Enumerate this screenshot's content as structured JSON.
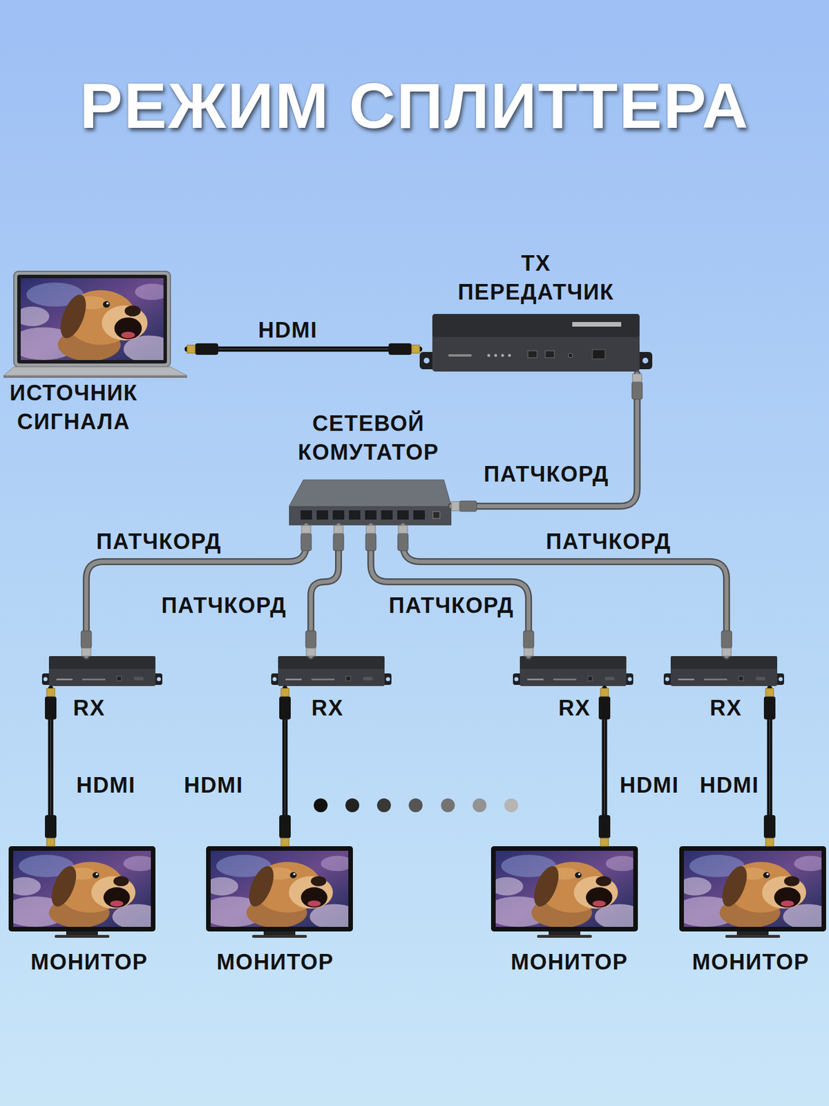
{
  "diagram": {
    "title": "РЕЖИМ СПЛИТТЕРА",
    "nodes": [
      {
        "text": [
          "ИСТОЧНИК СИГНАЛА"
        ]
      },
      {
        "text": [
          "TX ПЕРЕДАТЧИК"
        ]
      },
      {
        "text": [
          "СЕТЕВОЙ КОМУТАТОР"
        ]
      },
      {
        "text": [
          "RX"
        ]
      },
      {
        "text": [
          "RX"
        ]
      },
      {
        "text": [
          "RX"
        ]
      },
      {
        "text": [
          "RX"
        ]
      },
      {
        "text": [
          "МОНИТОР"
        ]
      },
      {
        "text": [
          "МОНИТОР"
        ]
      },
      {
        "text": [
          "МОНИТОР"
        ]
      },
      {
        "text": [
          "МОНИТОР"
        ]
      }
    ],
    "edges": [
      {
        "from": 0,
        "to": 1,
        "label": "HDMI",
        "arrow": "none"
      },
      {
        "from": 2,
        "to": 1,
        "label": "ПАТЧКОРД",
        "arrow": "none"
      },
      {
        "from": 2,
        "to": 3,
        "label": "ПАТЧКОРД",
        "arrow": "none"
      },
      {
        "from": 2,
        "to": 4,
        "label": "ПАТЧКОРД",
        "arrow": "none"
      },
      {
        "from": 2,
        "to": 5,
        "label": "ПАТЧКОРД",
        "arrow": "none"
      },
      {
        "from": 2,
        "to": 6,
        "label": "ПАТЧКОРД",
        "arrow": "none"
      },
      {
        "from": 3,
        "to": 7,
        "label": "HDMI",
        "arrow": "none"
      },
      {
        "from": 4,
        "to": 8,
        "label": "HDMI",
        "arrow": "none"
      },
      {
        "from": 5,
        "to": 9,
        "label": "HDMI",
        "arrow": "none"
      },
      {
        "from": 6,
        "to": 10,
        "label": "HDMI",
        "arrow": "none"
      }
    ]
  }
}
